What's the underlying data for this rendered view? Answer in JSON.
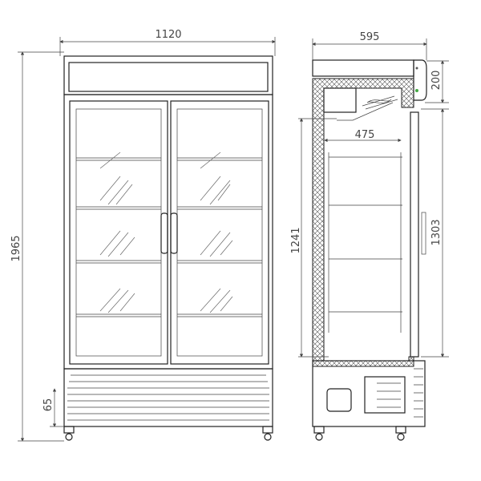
{
  "drawing": {
    "front_view": {
      "width_label": "1120",
      "height_label": "1965",
      "base_label": "65"
    },
    "side_view": {
      "depth_label": "595",
      "top_label": "200",
      "inner_depth_label": "475",
      "inner_height_label": "1241",
      "door_height_label": "1303"
    }
  }
}
